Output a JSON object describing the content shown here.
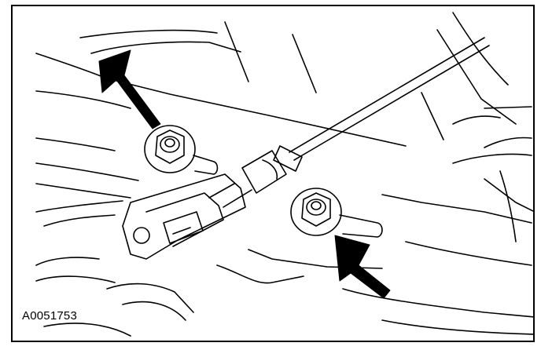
{
  "figure": {
    "id_label": "A0051753",
    "line_color": "#000000",
    "background_color": "#ffffff",
    "callouts": [
      {
        "name": "callout-arrow-upper-nut",
        "icon": "arrow-down-right-icon"
      },
      {
        "name": "callout-arrow-lower-nut",
        "icon": "arrow-up-left-icon"
      }
    ]
  }
}
